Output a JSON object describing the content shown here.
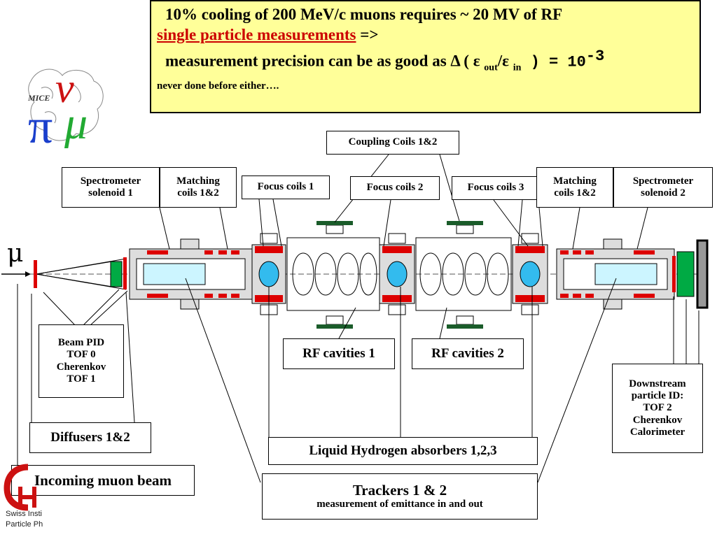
{
  "headline": {
    "line1": "10% cooling of 200 MeV/c muons requires ~ 20 MV of RF",
    "line2_red": " single particle measurements",
    "line2_rest": " =>",
    "line3_text": "measurement precision can be as good as Δ ( ε ",
    "line3_out": "out",
    "line3_mid": "/ε ",
    "line3_in": "in",
    "line3_tail": " ) = 10",
    "line3_exp": "-3",
    "line4": "never done before either…."
  },
  "logo": {
    "text": "MICE"
  },
  "muon_symbol": "μ",
  "labels": {
    "coupling": "Coupling Coils 1&2",
    "spec1": "Spectrometer\nsolenoid 1",
    "match1": "Matching\ncoils 1&2",
    "focus1": "Focus coils 1",
    "focus2": "Focus coils 2",
    "focus3": "Focus coils 3",
    "match2": "Matching\ncoils 1&2",
    "spec2": "Spectrometer\nsolenoid 2",
    "beampid": "Beam PID\nTOF 0\nCherenkov\nTOF 1",
    "rf1": "RF cavities 1",
    "rf2": "RF cavities 2",
    "downstream": "Downstream\nparticle ID:\nTOF 2\nCherenkov\nCalorimeter",
    "diffusers": "Diffusers 1&2",
    "lh2": "Liquid Hydrogen absorbers 1,2,3",
    "incoming": "Incoming muon beam",
    "trackers": "Trackers 1 & 2",
    "trackers_sub": "measurement of emittance in and out"
  },
  "psi_text": {
    "line1": "Swiss Insti",
    "line2": "Particle Ph"
  },
  "colors": {
    "headline_bg": "#ffff99",
    "coil_red": "#dd0000",
    "absorber_blue": "#33bbee",
    "tracker_cyan": "#ccf5ff",
    "pid_green": "#00aa44"
  }
}
